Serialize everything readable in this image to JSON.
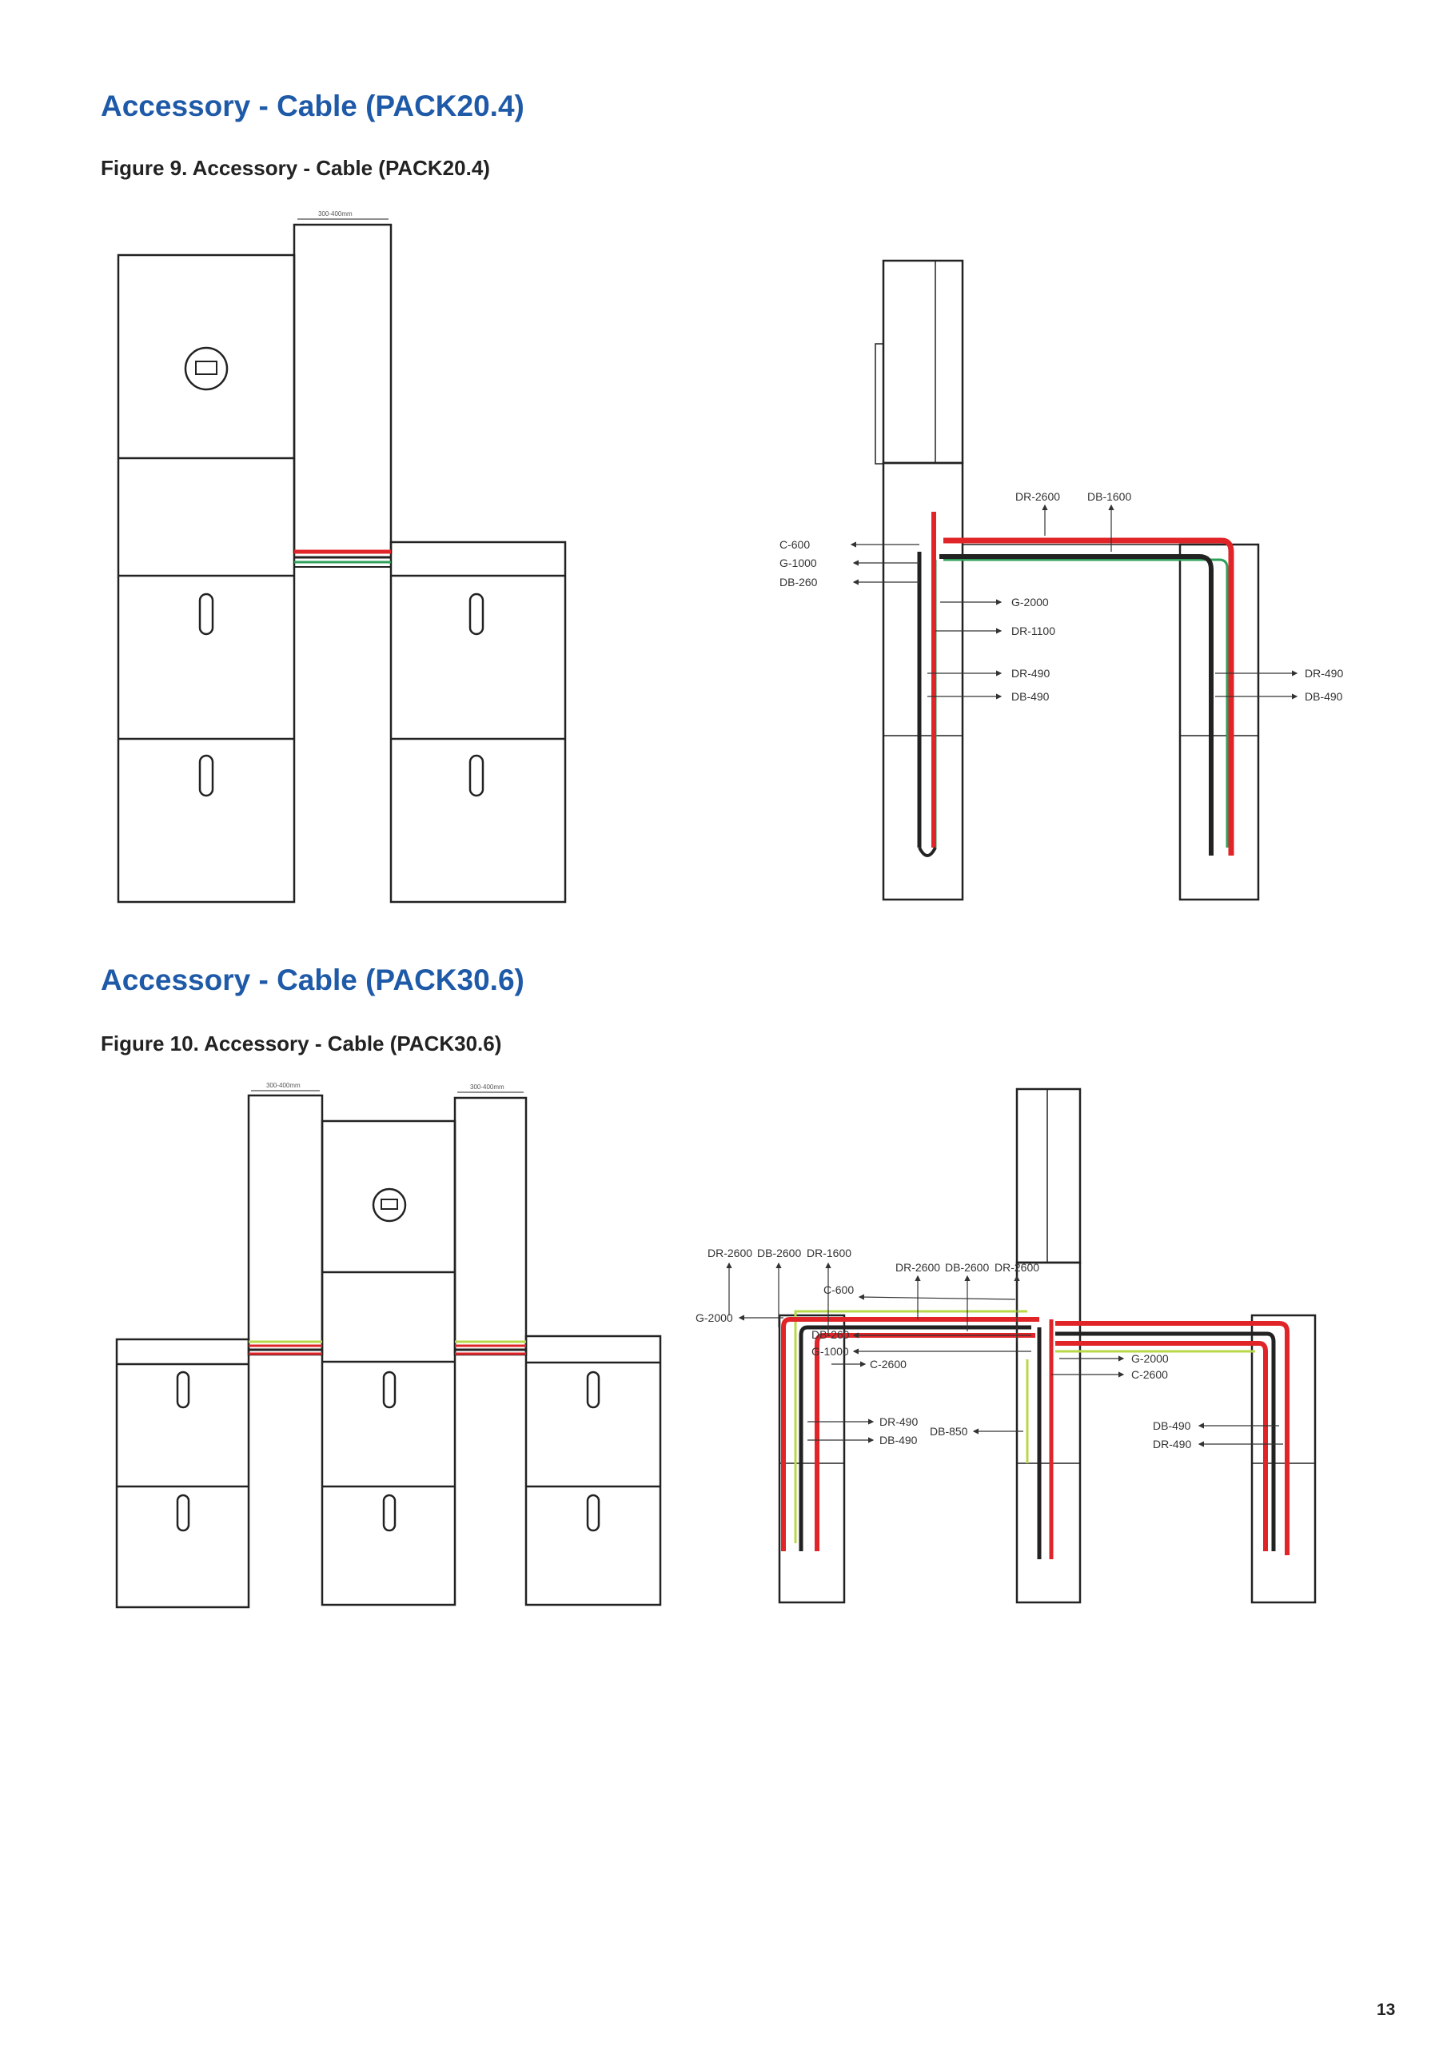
{
  "sections": [
    {
      "title": "Accessory - Cable (PACK20.4)",
      "caption": "Figure 9.  Accessory - Cable (PACK20.4)"
    },
    {
      "title": "Accessory - Cable (PACK30.6)",
      "caption": "Figure 10.  Accessory - Cable (PACK30.6)"
    }
  ],
  "fig9": {
    "dimension": "300-400mm",
    "labels": {
      "dr2600": "DR-2600",
      "db1600": "DB-1600",
      "c600": "C-600",
      "g1000": "G-1000",
      "db260": "DB-260",
      "g2000": "G-2000",
      "dr1100": "DR-1100",
      "dr490": "DR-490",
      "db490": "DB-490",
      "dr490_r": "DR-490",
      "db490_r": "DB-490"
    }
  },
  "fig10": {
    "dimension_left": "300-400mm",
    "dimension_right": "300-400mm",
    "labels": {
      "dr2600_l": "DR-2600",
      "db2600_l": "DB-2600",
      "dr1600_l": "DR-1600",
      "c600": "C-600",
      "g2000_l": "G-2000",
      "db260": "DB-260",
      "g1000": "G-1000",
      "c2600_l": "C-2600",
      "dr490_l": "DR-490",
      "db490_l": "DB-490",
      "db850": "DB-850",
      "dr2600_r1": "DR-2600",
      "db2600_r": "DB-2600",
      "dr2600_r2": "DR-2600",
      "g2000_r": "G-2000",
      "c2600_r": "C-2600",
      "db490_r": "DB-490",
      "dr490_r": "DR-490"
    }
  },
  "colors": {
    "heading": "#1f5aa8",
    "red_cable": "#e02428",
    "black_cable": "#222222",
    "green_cable": "#2fa05a",
    "yellow_green_cable": "#b8d84a"
  },
  "page_number": "13"
}
